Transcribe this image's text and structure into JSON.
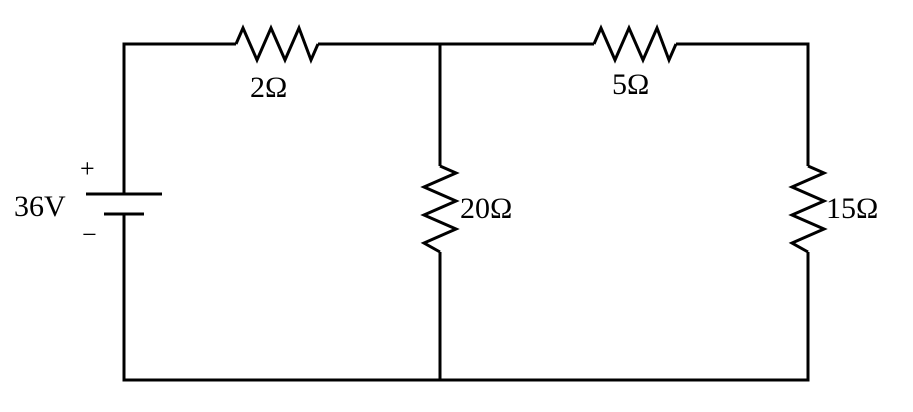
{
  "circuit": {
    "source": {
      "voltage_label": "36V",
      "plus_sign": "+",
      "minus_sign": "−"
    },
    "resistors": [
      {
        "id": "r-top-left",
        "label": "2Ω"
      },
      {
        "id": "r-middle",
        "label": "20Ω"
      },
      {
        "id": "r-top-right",
        "label": "5Ω"
      },
      {
        "id": "r-right",
        "label": "15Ω"
      }
    ]
  }
}
